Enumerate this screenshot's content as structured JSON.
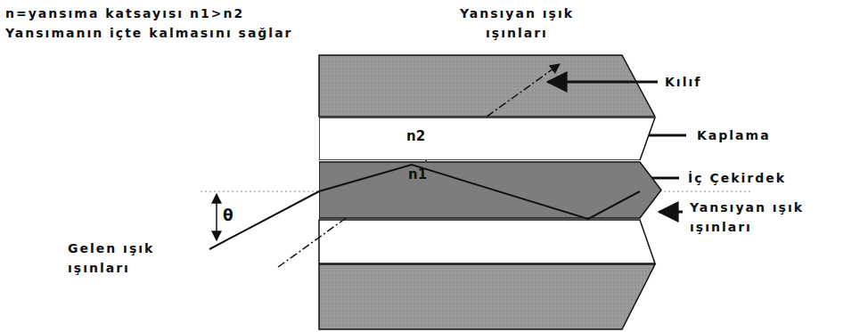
{
  "diagram": {
    "nodes": [
      {
        "text": [
          "n2"
        ]
      },
      {
        "text": [
          "n1"
        ]
      }
    ],
    "labels": [
      "n=yansıma katsayısı n1>n2 Yansımanın içte kalmasını sağlar",
      "Yansıyan ışık ışınları",
      "Kılıf",
      "Kaplama",
      "İç Çekirdek",
      "Yansıyan ışık ışınları",
      "Gelen ışık ışınları",
      "θ"
    ]
  }
}
